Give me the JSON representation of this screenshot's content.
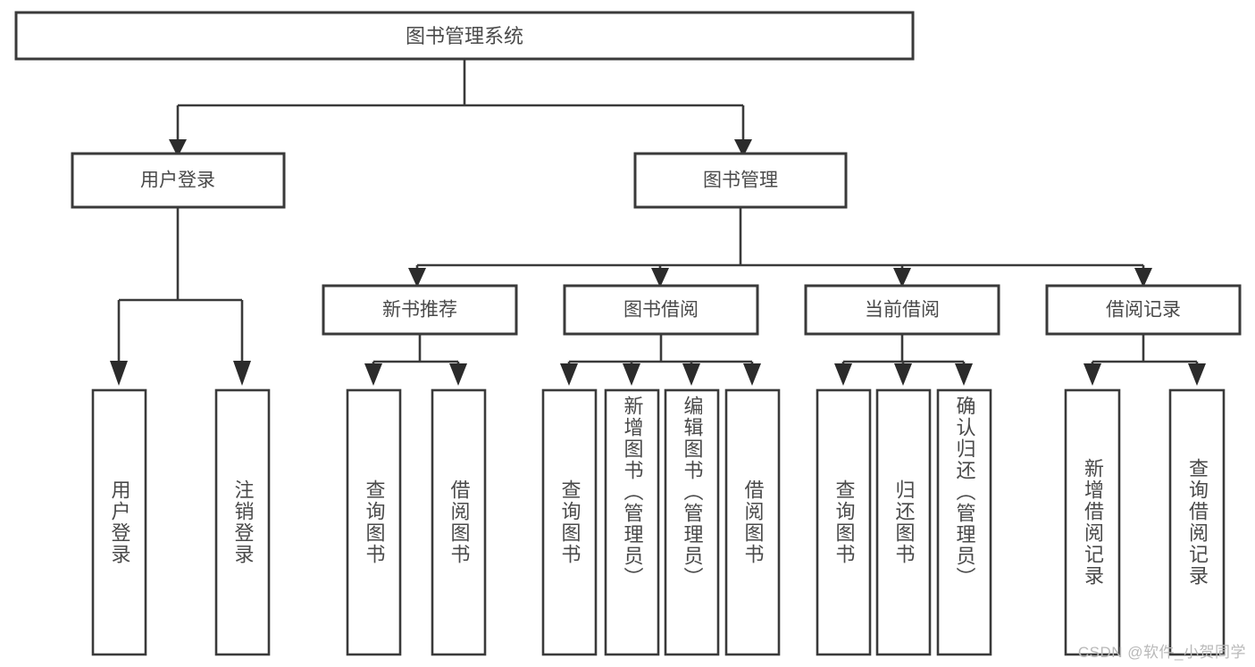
{
  "diagram": {
    "title": "图书管理系统",
    "type": "hierarchy-tree",
    "watermark": "CSDN @软件_小贺同学",
    "colors": {
      "box_stroke": "#3a3a3a",
      "text": "#4a4a4a",
      "connector": "#3a3a3a",
      "arrow": "#2b2b2b",
      "background": "#ffffff",
      "watermark": "#b9b9b9"
    },
    "root": {
      "label": "图书管理系统"
    },
    "level2": [
      {
        "label": "用户登录"
      },
      {
        "label": "图书管理"
      }
    ],
    "level3": [
      {
        "label": "新书推荐"
      },
      {
        "label": "图书借阅"
      },
      {
        "label": "当前借阅"
      },
      {
        "label": "借阅记录"
      }
    ],
    "leaves": {
      "user_login": [
        {
          "label": "用户登录"
        },
        {
          "label": "注销登录"
        }
      ],
      "new_book_recommend": [
        {
          "label": "查询图书"
        },
        {
          "label": "借阅图书"
        }
      ],
      "book_borrow": [
        {
          "label": "查询图书"
        },
        {
          "label": "新增图书（管理员）"
        },
        {
          "label": "编辑图书（管理员）"
        },
        {
          "label": "借阅图书"
        }
      ],
      "current_borrow": [
        {
          "label": "查询图书"
        },
        {
          "label": "归还图书"
        },
        {
          "label": "确认归还（管理员）"
        }
      ],
      "borrow_record": [
        {
          "label": "新增借阅记录"
        },
        {
          "label": "查询借阅记录"
        }
      ]
    }
  }
}
